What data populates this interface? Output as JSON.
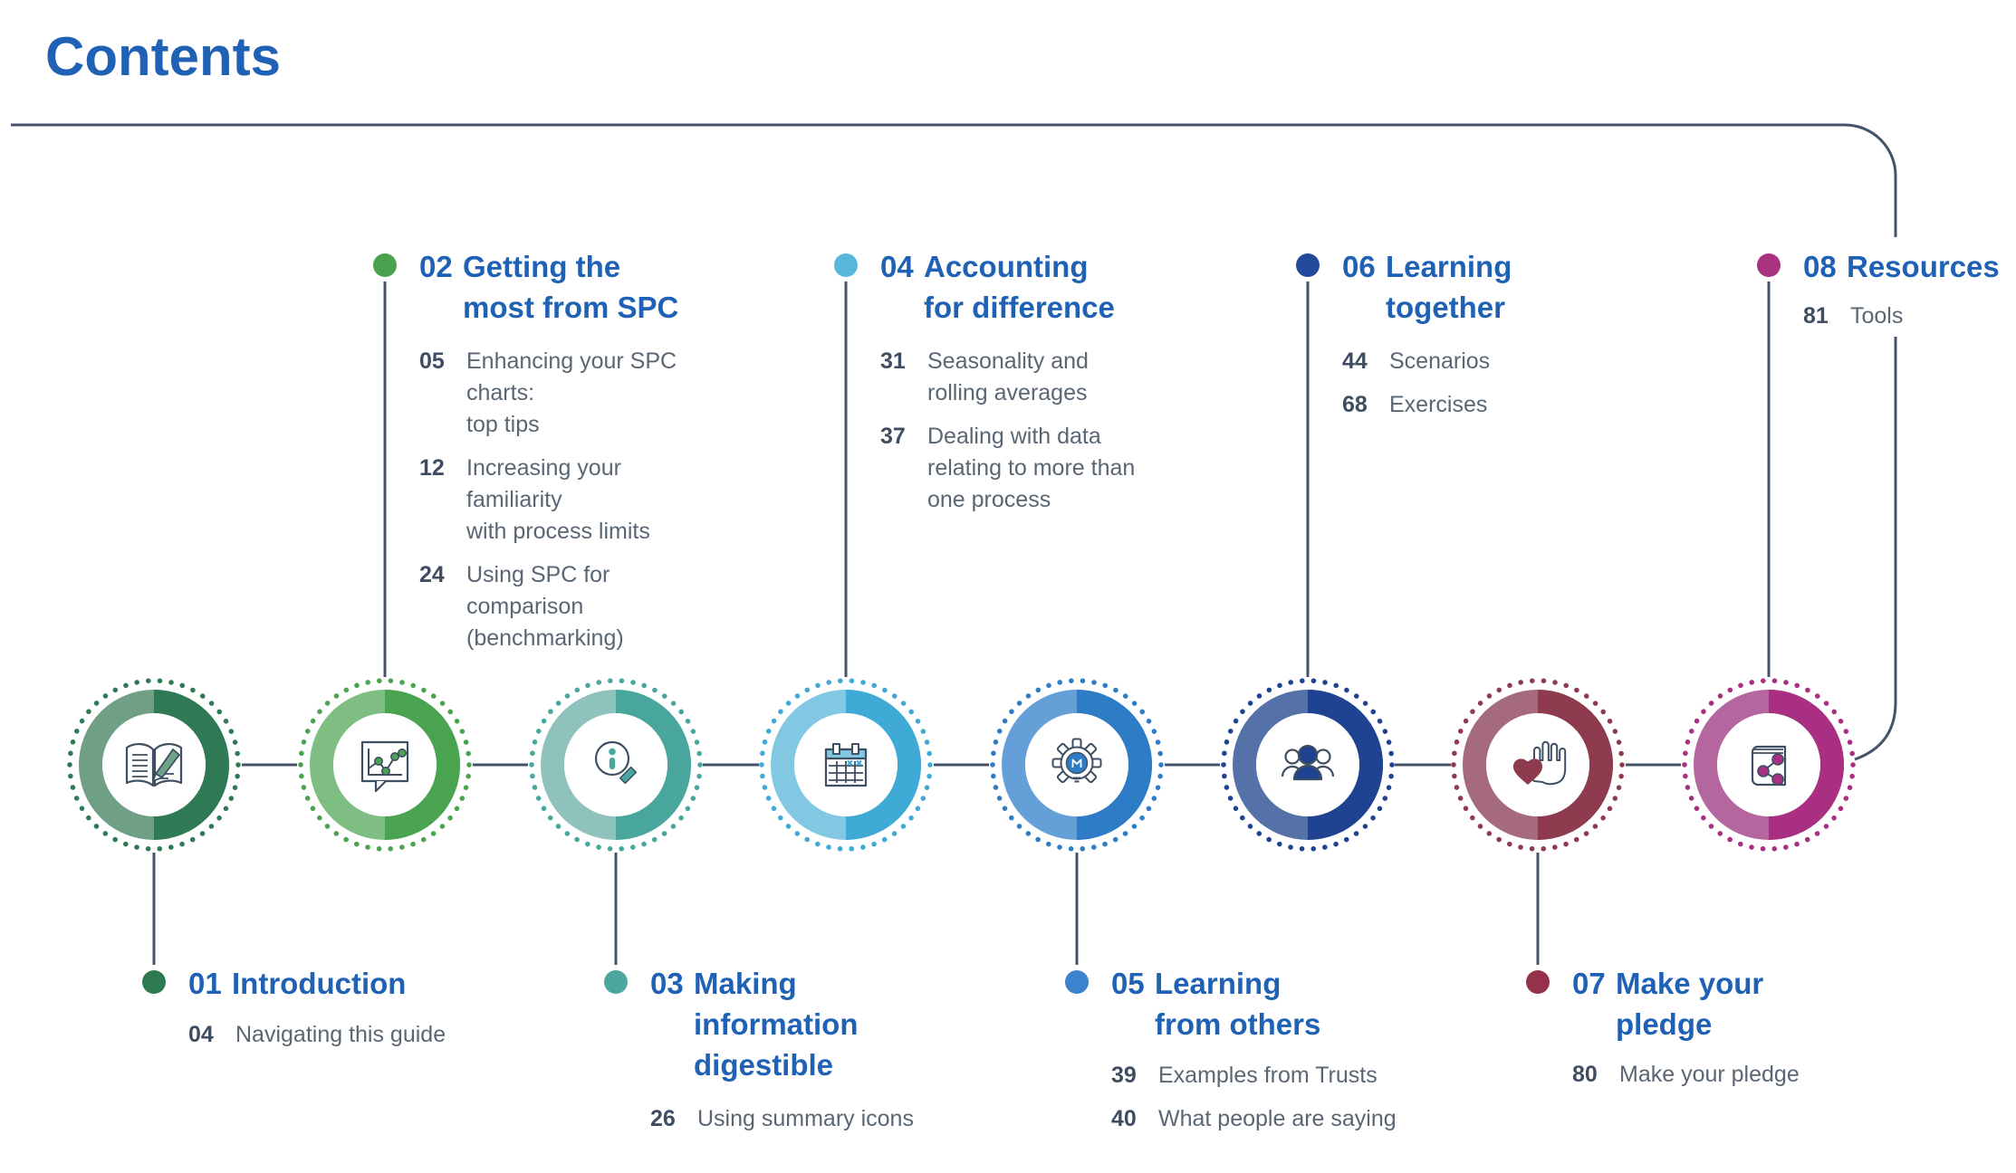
{
  "page": {
    "title": "Contents"
  },
  "colors": {
    "heading_blue": "#1F62B5",
    "number_gray": "#3F4D63",
    "text_gray": "#5A6673",
    "line": "#44536A",
    "icon_outline": "#3E4F63"
  },
  "sections": [
    {
      "num": "01",
      "title": "Introduction",
      "icon": "open-book-pencil-icon",
      "colors": {
        "dot": "#2E7A50",
        "light": "#6F9F85",
        "dark": "#2F7A54"
      },
      "items": [
        {
          "page": "04",
          "label": "Navigating this guide"
        }
      ]
    },
    {
      "num": "02",
      "title": "Getting the\nmost from SPC",
      "icon": "chart-speech-bubble-icon",
      "colors": {
        "dot": "#4AA24F",
        "light": "#7FBE82",
        "dark": "#4AA34F"
      },
      "items": [
        {
          "page": "05",
          "label": "Enhancing your SPC charts:\ntop tips"
        },
        {
          "page": "12",
          "label": "Increasing your familiarity\nwith process limits"
        },
        {
          "page": "24",
          "label": "Using SPC for comparison\n(benchmarking)"
        }
      ]
    },
    {
      "num": "03",
      "title": "Making\ninformation\ndigestible",
      "icon": "info-magnifier-icon",
      "colors": {
        "dot": "#4BA79E",
        "light": "#8FC2BC",
        "dark": "#48A69C"
      },
      "items": [
        {
          "page": "26",
          "label": "Using summary icons"
        }
      ]
    },
    {
      "num": "04",
      "title": "Accounting\nfor difference",
      "icon": "calendar-icon",
      "colors": {
        "dot": "#57B8DC",
        "light": "#82C8E3",
        "dark": "#3FAAD5"
      },
      "items": [
        {
          "page": "31",
          "label": "Seasonality and\nrolling averages"
        },
        {
          "page": "37",
          "label": "Dealing with data\nrelating to more than\none process"
        }
      ]
    },
    {
      "num": "05",
      "title": "Learning\nfrom others",
      "icon": "gear-lightbulb-icon",
      "colors": {
        "dot": "#3C82CC",
        "light": "#649FD8",
        "dark": "#2E7CC6"
      },
      "items": [
        {
          "page": "39",
          "label": "Examples from Trusts"
        },
        {
          "page": "40",
          "label": "What people are saying"
        }
      ]
    },
    {
      "num": "06",
      "title": "Learning\ntogether",
      "icon": "people-group-icon",
      "colors": {
        "dot": "#24489A",
        "light": "#5471A8",
        "dark": "#1F4391"
      },
      "items": [
        {
          "page": "44",
          "label": "Scenarios"
        },
        {
          "page": "68",
          "label": "Exercises"
        }
      ]
    },
    {
      "num": "07",
      "title": "Make your\npledge",
      "icon": "heart-hand-icon",
      "colors": {
        "dot": "#96314B",
        "light": "#A56A7B",
        "dark": "#8E3B50"
      },
      "items": [
        {
          "page": "80",
          "label": "Make your pledge"
        }
      ]
    },
    {
      "num": "08",
      "title": "Resources",
      "icon": "book-share-icon",
      "colors": {
        "dot": "#AA3381",
        "light": "#B4669F",
        "dark": "#A82F82"
      },
      "items": [
        {
          "page": "81",
          "label": "Tools"
        }
      ]
    }
  ]
}
